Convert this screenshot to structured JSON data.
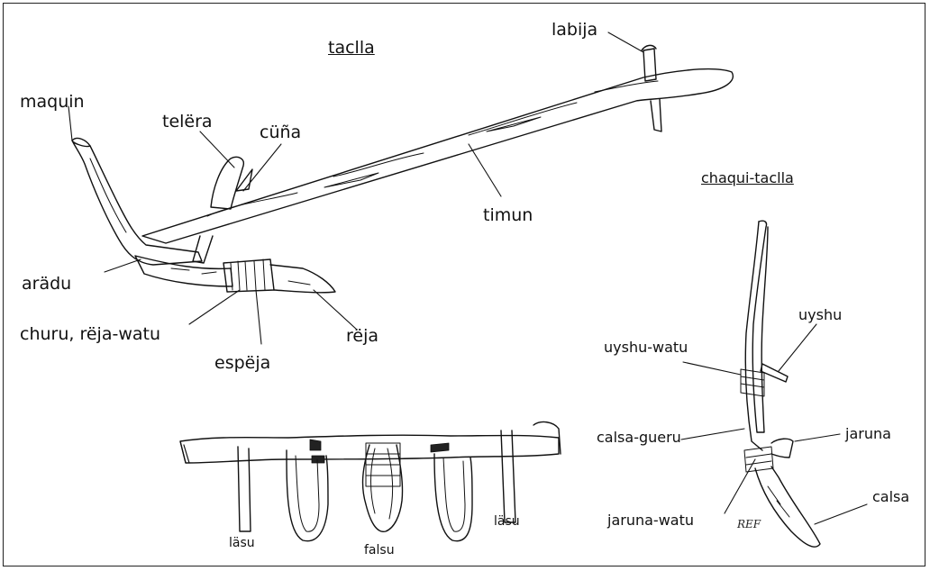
{
  "titles": {
    "plough": "taclla",
    "foot_plough": "chaqui-taclla"
  },
  "plough_labels": {
    "labija": "labija",
    "maquin": "maquin",
    "telera": "telëra",
    "cuna": "cüña",
    "timun": "timun",
    "aradu": "arädu",
    "churu": "churu, rëja-watu",
    "espeja": "espëja",
    "reja": "rëja"
  },
  "foot_plough_labels": {
    "uyshu": "uyshu",
    "uyshu_watu": "uyshu-watu",
    "calsa_gueru": "calsa-gueru",
    "jaruna": "jaruna",
    "jaruna_watu": "jaruna-watu",
    "calsa": "calsa"
  },
  "yoke_labels": {
    "lasu_left": "läsu",
    "falsu": "falsu",
    "lasu_right": "läsu"
  },
  "signature": "REF"
}
